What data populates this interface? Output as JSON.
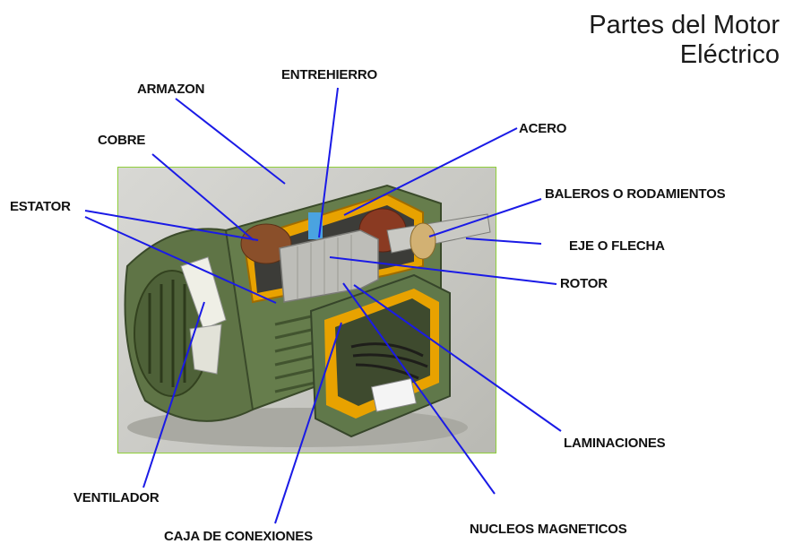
{
  "title": {
    "line1": "Partes del Motor",
    "line2": "Eléctrico"
  },
  "labels": {
    "entrehierro": "ENTREHIERRO",
    "armazon": "ARMAZON",
    "acero": "ACERO",
    "cobre": "COBRE",
    "estator": "ESTATOR",
    "baleros": "BALEROS O RODAMIENTOS",
    "eje": "EJE O FLECHA",
    "rotor": "ROTOR",
    "laminaciones": "LAMINACIONES",
    "ventilador": "VENTILADOR",
    "caja": "CAJA DE CONEXIONES",
    "nucleos": "NUCLEOS MAGNETICOS"
  },
  "colors": {
    "leader": "#1a1ae6",
    "photo_border": "#8fcf3a",
    "motor_green": "#5f7446",
    "cut_orange": "#e8a200"
  }
}
